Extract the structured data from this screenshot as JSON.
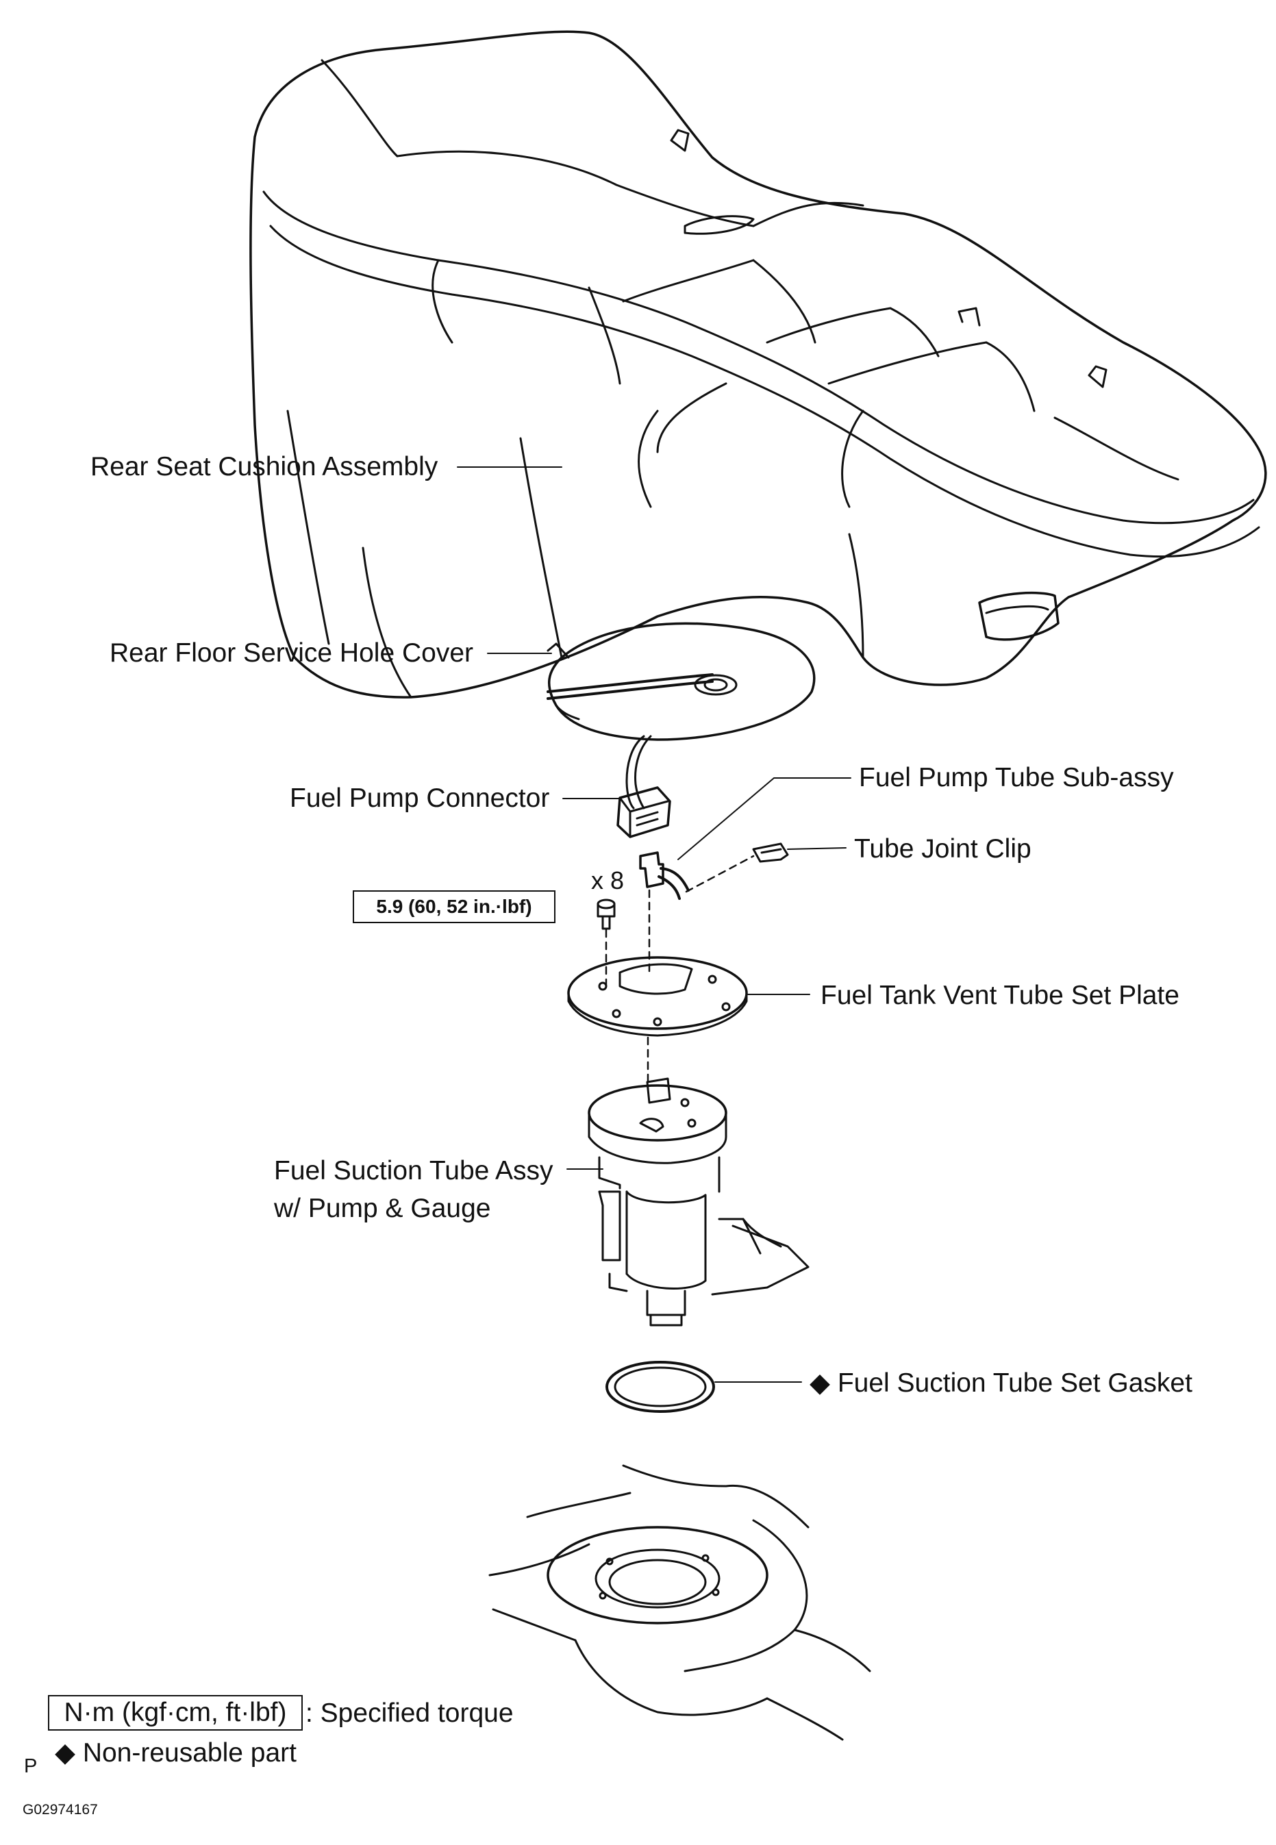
{
  "labels": {
    "rear_seat": "Rear Seat Cushion Assembly",
    "service_hole_cover": "Rear Floor Service Hole Cover",
    "pump_connector": "Fuel Pump Connector",
    "pump_tube": "Fuel Pump Tube  Sub-assy",
    "tube_joint_clip": "Tube Joint Clip",
    "bolt_count": "x 8",
    "vent_tube_plate": "Fuel Tank Vent Tube Set Plate",
    "suction_tube_line1": "Fuel Suction Tube Assy",
    "suction_tube_line2": "w/ Pump & Gauge",
    "gasket": "◆ Fuel Suction Tube Set Gasket"
  },
  "torque": {
    "value": "5.9 (60, 52 in.·lbf)"
  },
  "legend": {
    "torque_unit": "N·m (kgf·cm, ft·lbf)",
    "torque_text": ": Specified torque",
    "nonreusable_text": "◆  Non-reusable part",
    "nonreusable_prefix": "P"
  },
  "figure_id": "G02974167"
}
